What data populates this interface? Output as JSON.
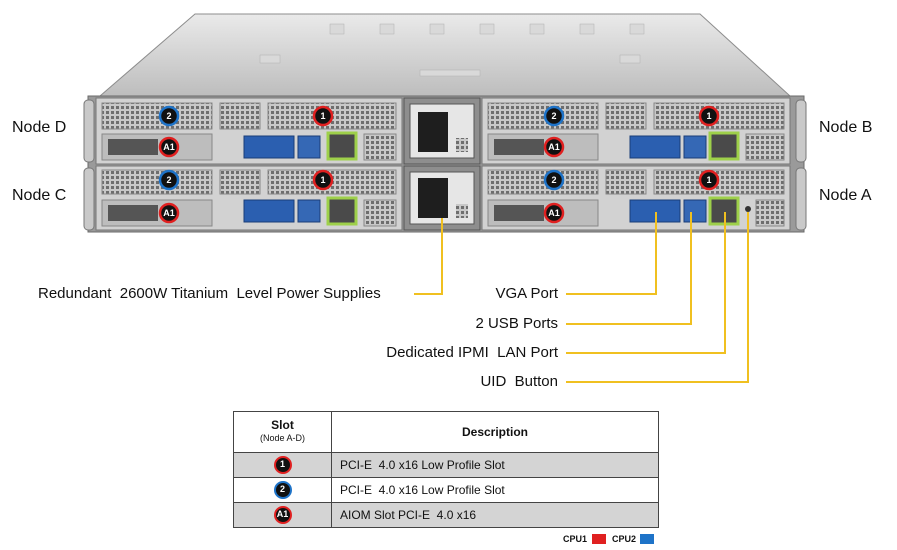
{
  "nodes": {
    "d": "Node D",
    "b": "Node B",
    "c": "Node C",
    "a": "Node A"
  },
  "callouts": {
    "power": "Redundant  2600W Titanium  Level Power Supplies",
    "vga": "VGA Port",
    "usb": "2 USB Ports",
    "ipmi": "Dedicated IPMI  LAN Port",
    "uid": "UID  Button"
  },
  "slot_badges": {
    "slot1": "1",
    "slot2": "2",
    "aiom": "A1"
  },
  "table": {
    "header_slot": "Slot",
    "header_slot_sub": "(Node A-D)",
    "header_desc": "Description",
    "rows": [
      {
        "badge": "1",
        "desc": "PCI-E  4.0 x16 Low Profile Slot"
      },
      {
        "badge": "2",
        "desc": "PCI-E  4.0 x16 Low Profile Slot"
      },
      {
        "badge": "A1",
        "desc": "AIOM Slot PCI-E  4.0 x16"
      }
    ]
  },
  "legend": {
    "cpu1": "CPU1",
    "cpu2": "CPU2"
  },
  "colors": {
    "cpu1": "#e02020",
    "cpu2": "#1e73c8",
    "leader": "#f0c020"
  }
}
